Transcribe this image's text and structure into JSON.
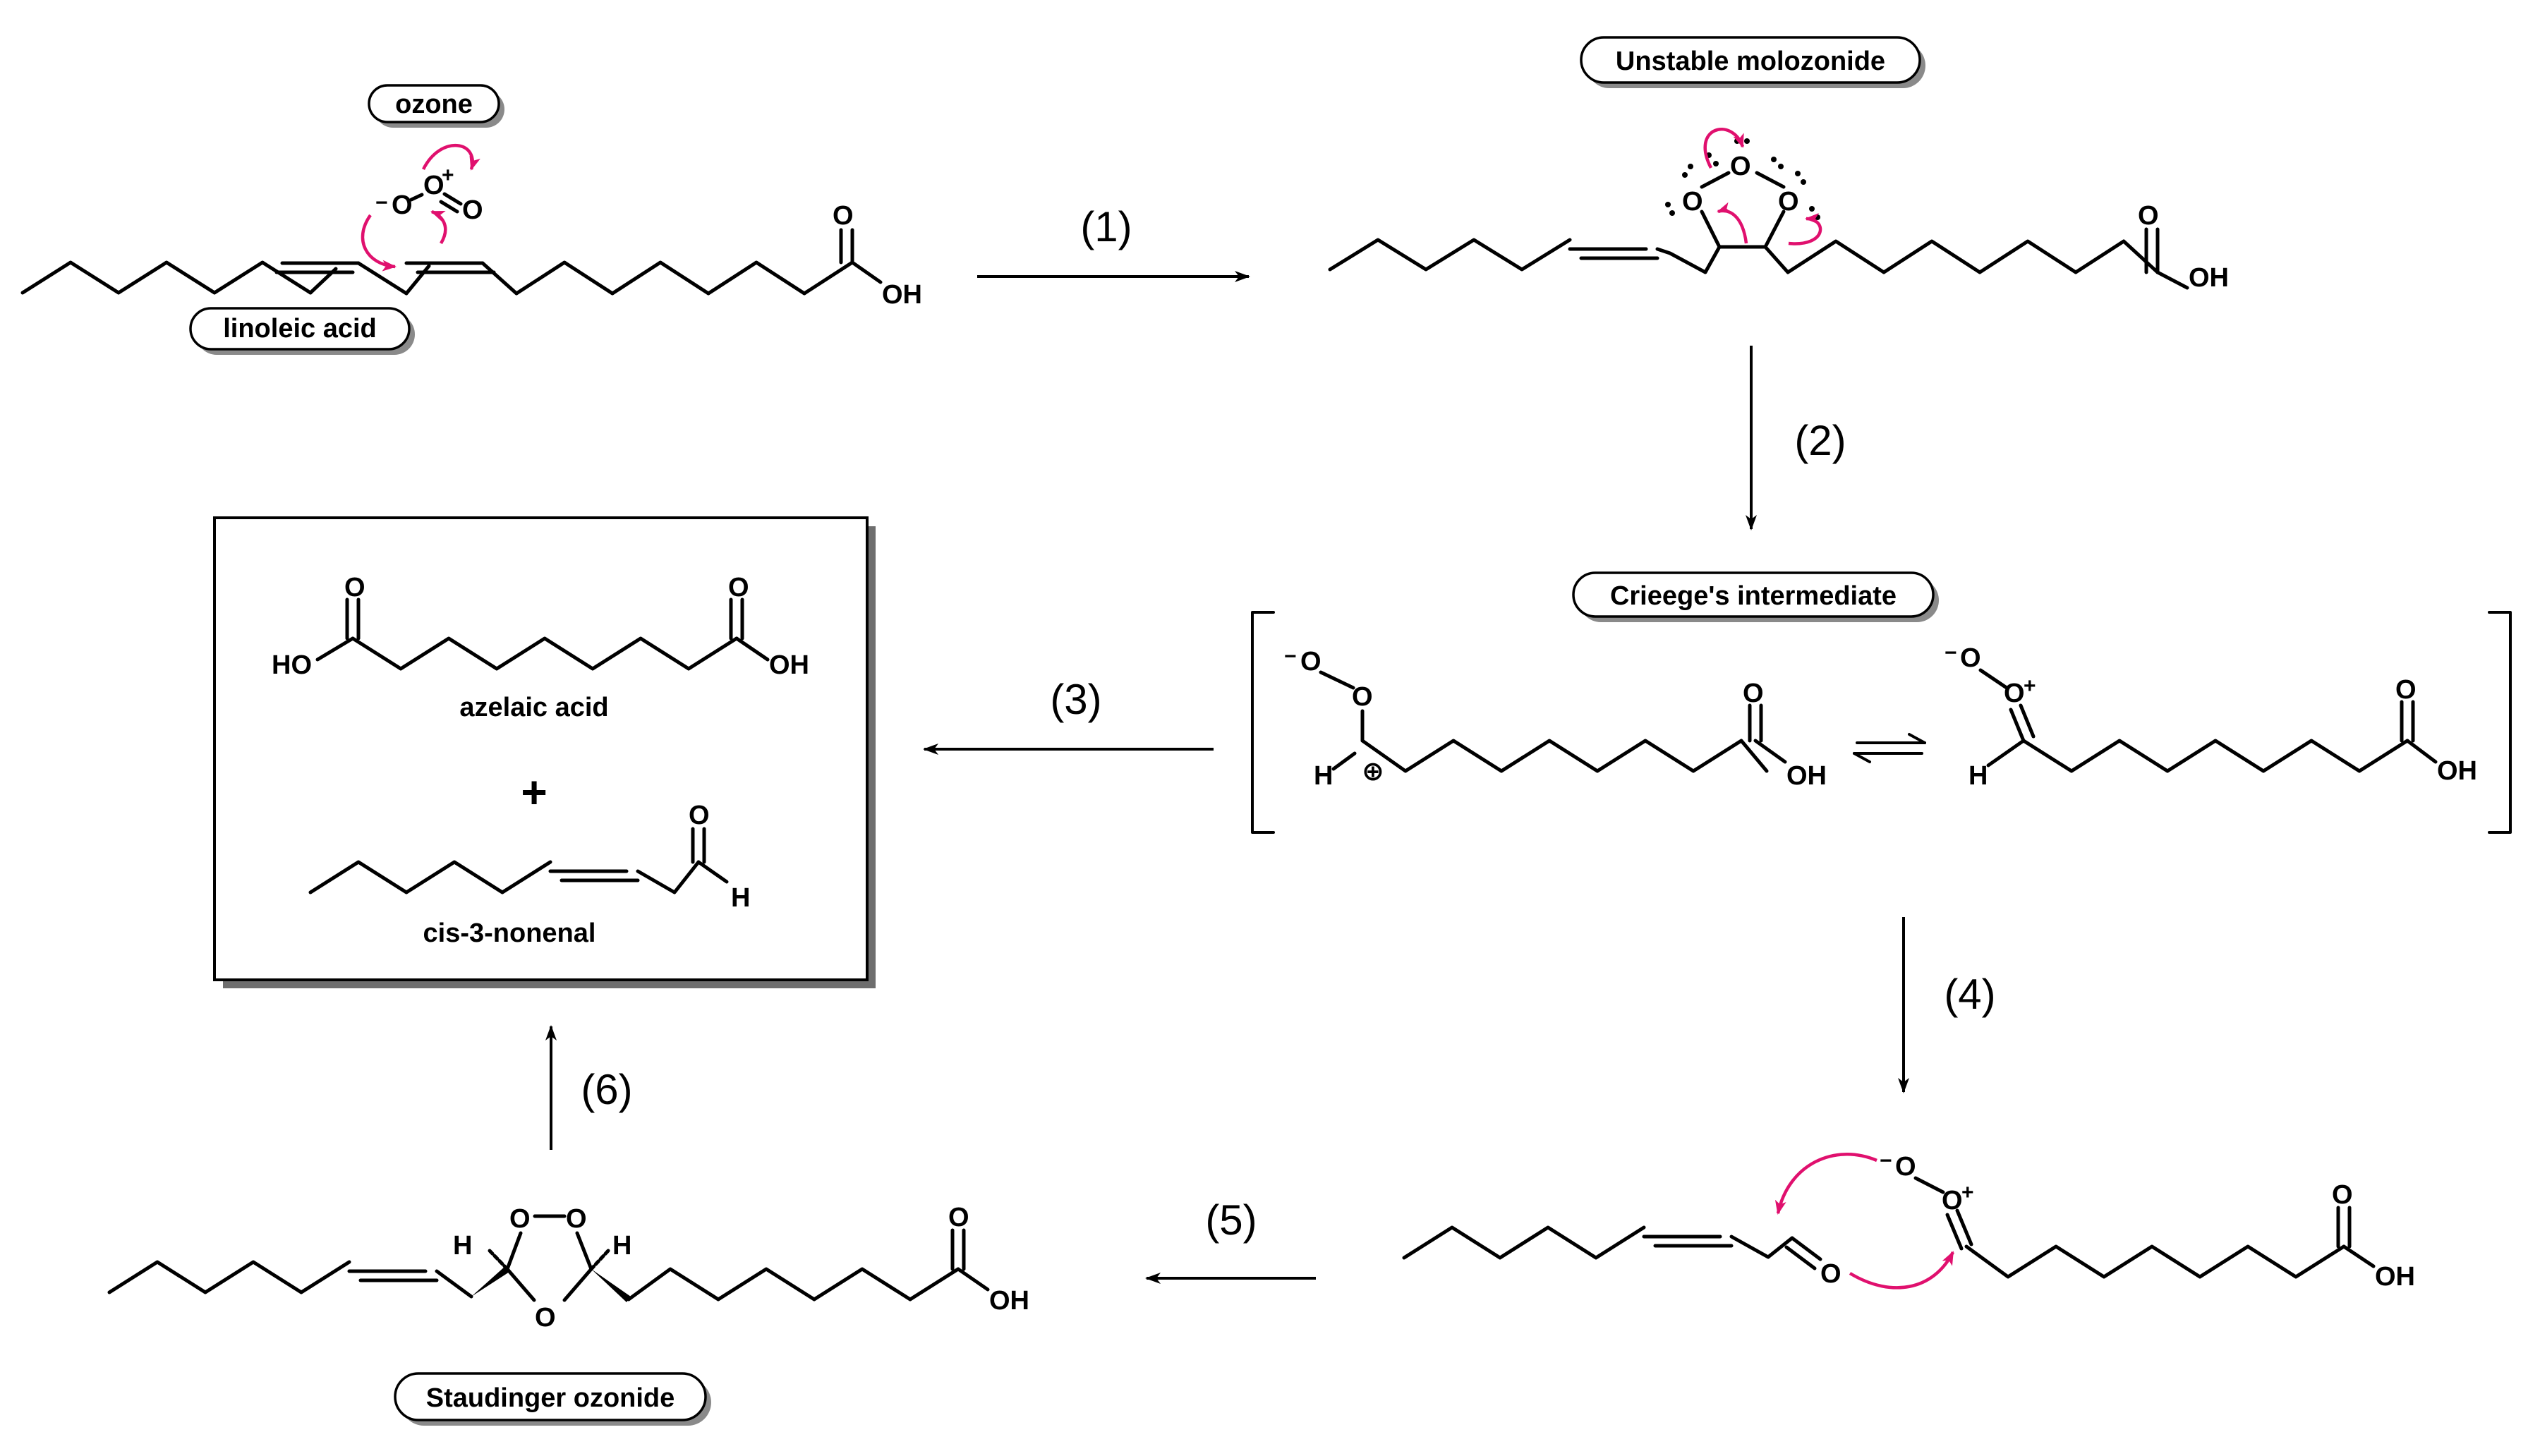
{
  "labels": {
    "ozone": "ozone",
    "linoleic_acid": "linoleic acid",
    "unstable_molozonide": "Unstable molozonide",
    "criegee_intermediate": "Crieege's intermediate",
    "staudinger_ozonide": "Staudinger ozonide",
    "azelaic_acid": "azelaic acid",
    "cis_nonenal": "cis-3-nonenal",
    "plus": "+"
  },
  "steps": [
    "(1)",
    "(2)",
    "(3)",
    "(4)",
    "(5)",
    "(6)"
  ],
  "atoms": {
    "O": "O",
    "OH": "OH",
    "HO": "HO",
    "H": "H",
    "plus_charge": "+",
    "minus_charge": "−",
    "circled_plus": "⊕"
  },
  "colors": {
    "arrow_pushing": "#e0106e",
    "ink": "#000000",
    "pill_shadow": "#8a8a8a",
    "box_shadow": "#6e6e6e"
  }
}
